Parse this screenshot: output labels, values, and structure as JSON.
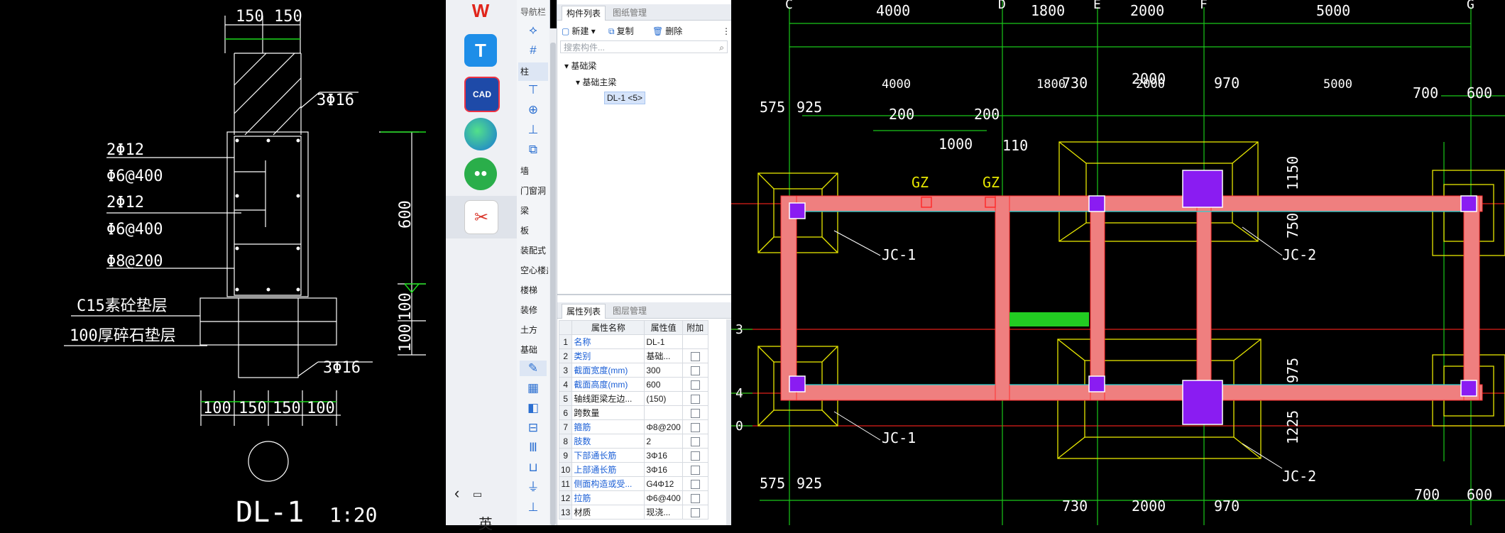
{
  "left_drawing": {
    "dims_top": [
      "150",
      "150"
    ],
    "dims_bottom": [
      "100",
      "150",
      "150",
      "100"
    ],
    "dims_right": [
      "600",
      "100",
      "100"
    ],
    "labels": {
      "top_bar": "3Φ16",
      "l1": "2Φ12",
      "l2": "Φ6@400",
      "l3": "2Φ12",
      "l4": "Φ6@400",
      "l5": "Φ8@200",
      "l6": "C15素砼垫层",
      "l7": "100厚碎石垫层",
      "bottom_bar": "3Φ16"
    },
    "title": "DL-1",
    "scale": "1:20"
  },
  "taskbar": {
    "icons": [
      "wps-icon",
      "t-app-icon",
      "cad-icon",
      "edge-icon",
      "wechat-icon",
      "gld-icon"
    ],
    "wps_label": "W",
    "t_label": "T",
    "cad_label": "CAD",
    "ime": "英"
  },
  "nav": {
    "header": "导航栏",
    "items": {
      "col": "柱",
      "wall": "墙",
      "door": "门窗洞",
      "beam": "梁",
      "slab": "板",
      "prefab": "装配式",
      "hollow": "空心楼盖",
      "stair": "楼梯",
      "finish": "装修",
      "earth": "土方",
      "found": "基础"
    }
  },
  "panel": {
    "tabs_top": [
      "构件列表",
      "图纸管理"
    ],
    "toolbar": {
      "new": "新建",
      "copy": "复制",
      "delete": "删除"
    },
    "search_placeholder": "搜索构件...",
    "tree": {
      "root": "基础梁",
      "child": "基础主梁",
      "leaf": "DL-1 <5>"
    },
    "tabs_bottom": [
      "属性列表",
      "图层管理"
    ],
    "prop_headers": [
      "属性名称",
      "属性值",
      "附加"
    ],
    "props": [
      {
        "n": "1",
        "name": "名称",
        "val": "DL-1",
        "blue": true,
        "cb": false
      },
      {
        "n": "2",
        "name": "类别",
        "val": "基础...",
        "blue": true,
        "cb": true
      },
      {
        "n": "3",
        "name": "截面宽度(mm)",
        "val": "300",
        "blue": true,
        "cb": true
      },
      {
        "n": "4",
        "name": "截面高度(mm)",
        "val": "600",
        "blue": true,
        "cb": true
      },
      {
        "n": "5",
        "name": "轴线距梁左边...",
        "val": "(150)",
        "blue": false,
        "cb": true
      },
      {
        "n": "6",
        "name": "跨数量",
        "val": "",
        "blue": false,
        "cb": true
      },
      {
        "n": "7",
        "name": "箍筋",
        "val": "Φ8@200",
        "blue": true,
        "cb": true
      },
      {
        "n": "8",
        "name": "肢数",
        "val": "2",
        "blue": true,
        "cb": true
      },
      {
        "n": "9",
        "name": "下部通长筋",
        "val": "3Φ16",
        "blue": true,
        "cb": true
      },
      {
        "n": "10",
        "name": "上部通长筋",
        "val": "3Φ16",
        "blue": true,
        "cb": true
      },
      {
        "n": "11",
        "name": "侧面构造或受...",
        "val": "G4Φ12",
        "blue": true,
        "cb": true
      },
      {
        "n": "12",
        "name": "拉筋",
        "val": "Φ6@400",
        "blue": true,
        "cb": true
      },
      {
        "n": "13",
        "name": "材质",
        "val": "现浇...",
        "blue": false,
        "cb": true
      }
    ]
  },
  "right_drawing": {
    "axes_top": [
      "C",
      "D",
      "E",
      "F",
      "G"
    ],
    "axes_left": [
      "3",
      "4",
      "0"
    ],
    "dims_top_row1": [
      "4000",
      "1800",
      "2000",
      "5000"
    ],
    "dims_top_row2": [
      "4000",
      "1800",
      "2000",
      "5000"
    ],
    "dims_top_row3": [
      "730",
      "2000",
      "970"
    ],
    "dims_misc": [
      "575",
      "925",
      "200",
      "200",
      "1000",
      "110",
      "700",
      "600"
    ],
    "dims_right": [
      "1150",
      "750",
      "975",
      "1225"
    ],
    "dims_bottom": [
      "575",
      "925",
      "730",
      "2000",
      "970",
      "700",
      "600"
    ],
    "labels": {
      "gz1": "GZ",
      "gz2": "GZ",
      "jc1a": "JC-1",
      "jc1b": "JC-1",
      "jc2a": "JC-2",
      "jc2b": "JC-2"
    }
  }
}
